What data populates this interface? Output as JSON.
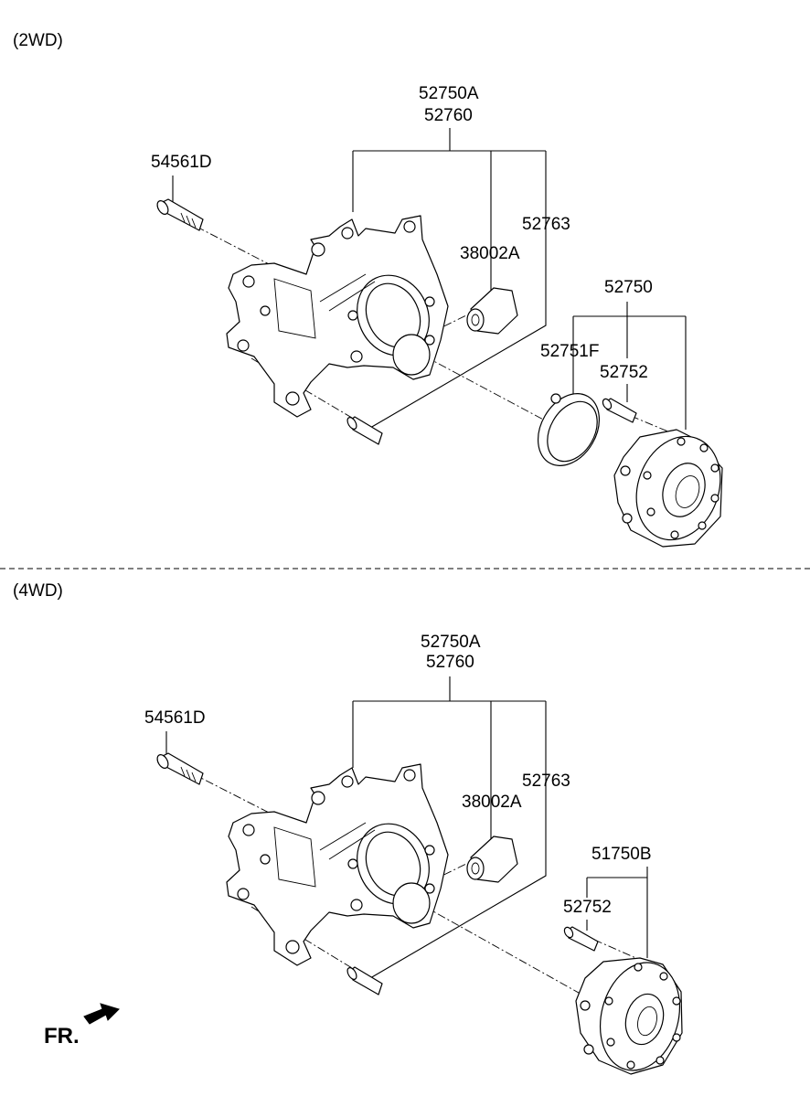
{
  "sections": {
    "top": {
      "label": "(2WD)"
    },
    "bottom": {
      "label": "(4WD)"
    }
  },
  "labels_2wd": {
    "knuckle_a": "52750A",
    "knuckle_b": "52760",
    "bolt_54561d": "54561D",
    "bolt_52763": "52763",
    "bushing": "38002A",
    "hub_assy": "52750",
    "cover": "52751F",
    "hub_bolt": "52752"
  },
  "labels_4wd": {
    "knuckle_a": "52750A",
    "knuckle_b": "52760",
    "bolt_54561d": "54561D",
    "bolt_52763": "52763",
    "bushing": "38002A",
    "hub_assy": "51750B",
    "hub_bolt": "52752"
  },
  "front_indicator": "FR."
}
